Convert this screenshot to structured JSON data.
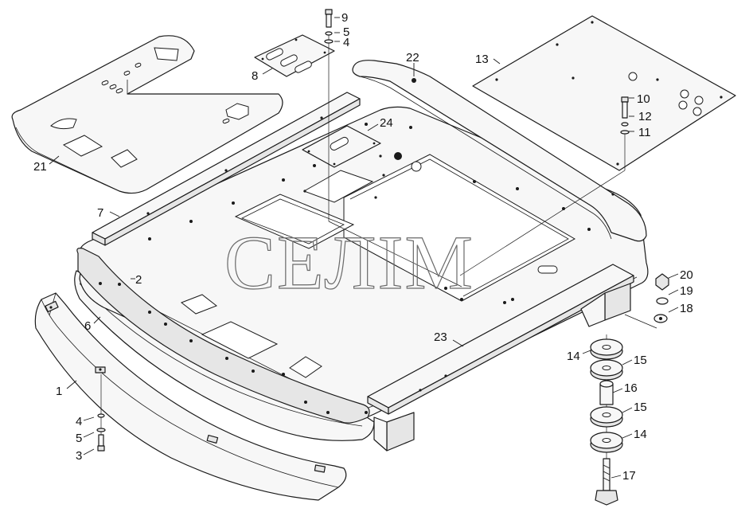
{
  "watermark": {
    "text": "СЕЛІМ"
  },
  "callouts": [
    {
      "id": "c1",
      "label": "1"
    },
    {
      "id": "c2",
      "label": "2"
    },
    {
      "id": "c3",
      "label": "3"
    },
    {
      "id": "c4a",
      "label": "4"
    },
    {
      "id": "c4b",
      "label": "4"
    },
    {
      "id": "c5a",
      "label": "5"
    },
    {
      "id": "c5b",
      "label": "5"
    },
    {
      "id": "c6",
      "label": "6"
    },
    {
      "id": "c7",
      "label": "7"
    },
    {
      "id": "c8",
      "label": "8"
    },
    {
      "id": "c9",
      "label": "9"
    },
    {
      "id": "c10",
      "label": "10"
    },
    {
      "id": "c11",
      "label": "11"
    },
    {
      "id": "c12",
      "label": "12"
    },
    {
      "id": "c13",
      "label": "13"
    },
    {
      "id": "c14a",
      "label": "14"
    },
    {
      "id": "c14b",
      "label": "14"
    },
    {
      "id": "c15a",
      "label": "15"
    },
    {
      "id": "c15b",
      "label": "15"
    },
    {
      "id": "c16",
      "label": "16"
    },
    {
      "id": "c17",
      "label": "17"
    },
    {
      "id": "c18",
      "label": "18"
    },
    {
      "id": "c19",
      "label": "19"
    },
    {
      "id": "c20",
      "label": "20"
    },
    {
      "id": "c21",
      "label": "21"
    },
    {
      "id": "c22",
      "label": "22"
    },
    {
      "id": "c23",
      "label": "23"
    },
    {
      "id": "c24",
      "label": "24"
    }
  ]
}
